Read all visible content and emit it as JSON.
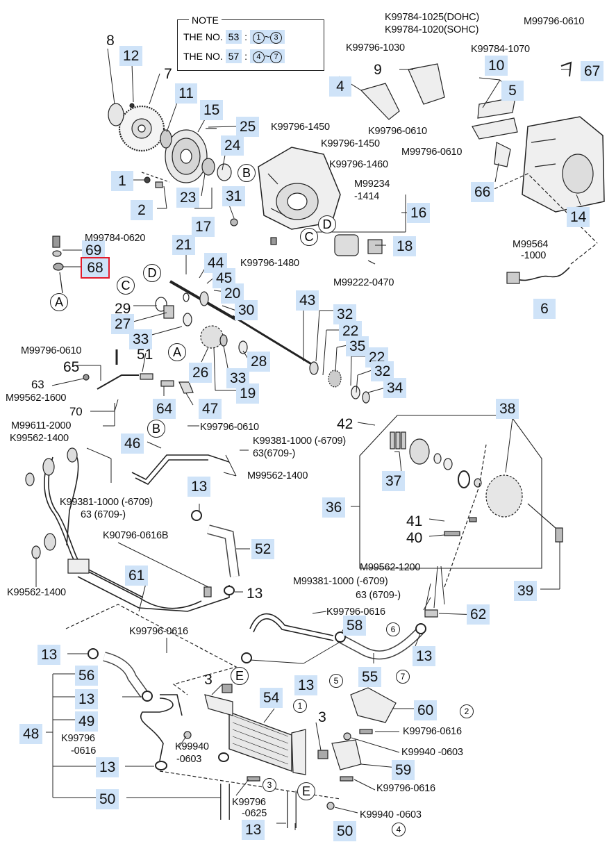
{
  "note": {
    "title": "NOTE",
    "row1": {
      "text": "THE NO.",
      "no": "53",
      "sep": ":",
      "a": "1",
      "b": "3"
    },
    "row2": {
      "text": "THE NO.",
      "no": "57",
      "sep": ":",
      "a": "4",
      "b": "7"
    },
    "tilde": "~"
  },
  "highlight_color": "#e21b2b",
  "label_bg": "#cfe3f8",
  "numbers": {
    "n8": "8",
    "n12": "12",
    "n7": "7",
    "n11": "11",
    "n15": "15",
    "n25": "25",
    "n24": "24",
    "n1": "1",
    "n2": "2",
    "n23": "23",
    "n17": "17",
    "n31": "31",
    "n9": "9",
    "n4": "4",
    "n10": "10",
    "n5": "5",
    "n67": "67",
    "n66": "66",
    "n14": "14",
    "n16": "16",
    "n18": "18",
    "n69": "69",
    "n68": "68",
    "n21": "21",
    "n44": "44",
    "n45": "45",
    "n20": "20",
    "n30": "30",
    "n29": "29",
    "n27": "27",
    "n33a": "33",
    "n43": "43",
    "n32a": "32",
    "n22a": "22",
    "n35": "35",
    "n22b": "22",
    "n32b": "32",
    "n34": "34",
    "n6": "6",
    "n26": "26",
    "n28": "28",
    "n33b": "33",
    "n19": "19",
    "n51": "51",
    "n65": "65",
    "n63": "63",
    "n64": "64",
    "n47": "47",
    "n70": "70",
    "n42": "42",
    "n38": "38",
    "n46": "46",
    "n37": "37",
    "n36": "36",
    "n41": "41",
    "n40": "40",
    "n39": "39",
    "n13a": "13",
    "n52": "52",
    "n61": "61",
    "n13b": "13",
    "n62": "62",
    "n58": "58",
    "n13c": "13",
    "n13d": "13",
    "n55": "55",
    "n13e": "13",
    "n56": "56",
    "n3a": "3",
    "n54": "54",
    "n60": "60",
    "n13f": "13",
    "n49": "49",
    "n48": "48",
    "n3b": "3",
    "n59": "59",
    "n13g": "13",
    "n50a": "50",
    "n13h": "13",
    "n50b": "50"
  },
  "codes": {
    "c1": "K99784-1025(DOHC)",
    "c2": "K99784-1020(SOHC)",
    "c3": "M99796-0610",
    "c4": "K99796-1030",
    "c5": "K99784-1070",
    "c6": "K99796-1450",
    "c7": "K99796-0610",
    "c8": "K99796-1450",
    "c9": "M99796-0610",
    "c10": "K99796-1460",
    "c11": "M99234",
    "c12": "-1414",
    "c13": "M99784-0620",
    "c14": "K99796-1480",
    "c15": "M99564",
    "c16": "-1000",
    "c17": "M99222-0470",
    "c18": "M99796-0610",
    "c19": "M99562-1600",
    "c20": "M99611-2000",
    "c21": "K99562-1400",
    "c22": "K99796-0610",
    "c23": "K99381-1000 (-6709)",
    "c24": "63(6709-)",
    "c25": "M99562-1400",
    "c26": "K99381-1000 (-6709)",
    "c27": "63 (6709-)",
    "c28": "K90796-0616B",
    "c29": "K99562-1400",
    "c30": "M99562-1200",
    "c31": "M99381-1000 (-6709)",
    "c32": "63 (6709-)",
    "c33": "K99796-0616",
    "c34": "K99796-0616",
    "c35": "K99796",
    "c36": "-0616",
    "c37": "K99940",
    "c38": "-0603",
    "c39": "K99796-0616",
    "c40": "K99940 -0603",
    "c41": "K99796-0616",
    "c42": "K99796",
    "c43": "-0625",
    "c44": "K99940 -0603"
  },
  "callouts": {
    "B1": "B",
    "C1": "C",
    "D1": "D",
    "A1": "A",
    "D2": "D",
    "C2": "C",
    "A2": "A",
    "B2": "B",
    "E1": "E",
    "E2": "E"
  },
  "notes_small": {
    "s6": "6",
    "s5": "5",
    "s7": "7",
    "s1": "1",
    "s2": "2",
    "s3": "3",
    "s4": "4"
  }
}
